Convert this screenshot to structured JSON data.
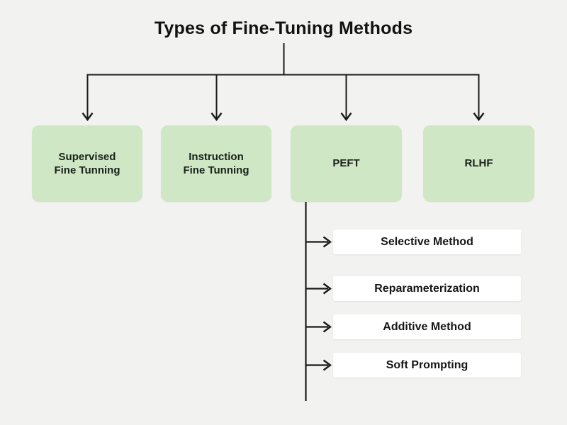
{
  "title": "Types of Fine-Tuning Methods",
  "colors": {
    "background": "#f2f2f0",
    "method_box_fill": "#cfe7c4",
    "submethod_box_fill": "#ffffff",
    "line_and_text": "#1a1a1a"
  },
  "top_level_methods": [
    {
      "label": "Supervised\nFine Tunning"
    },
    {
      "label": "Instruction\nFine Tunning"
    },
    {
      "label": "PEFT"
    },
    {
      "label": "RLHF"
    }
  ],
  "peft_submethods": [
    {
      "label": "Selective Method"
    },
    {
      "label": "Reparameterization"
    },
    {
      "label": "Additive Method"
    },
    {
      "label": "Soft Prompting"
    }
  ]
}
